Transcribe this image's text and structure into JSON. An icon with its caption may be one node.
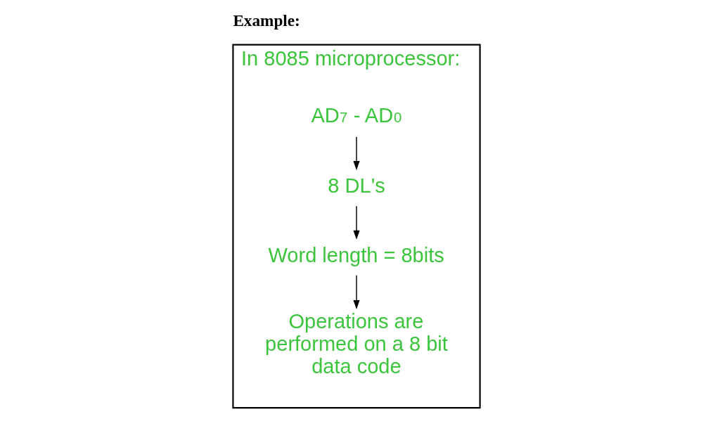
{
  "diagram": {
    "title": "Example:",
    "nodes": [
      {
        "text": [
          "In 8085 microprocessor:"
        ]
      },
      {
        "text": [
          "AD$_{7}$ - AD$_{0}$"
        ],
        "in": 0
      },
      {
        "text": [
          "8 DL's"
        ],
        "in": 0
      },
      {
        "text": [
          "Word length = 8bits"
        ],
        "in": 0
      },
      {
        "text": [
          "Operations are performed on a 8 bit data code"
        ],
        "in": 0
      }
    ],
    "edges": [
      {
        "from": 1,
        "to": 2,
        "arrow": "to"
      },
      {
        "from": 2,
        "to": 3,
        "arrow": "to"
      },
      {
        "from": 3,
        "to": 4,
        "arrow": "to"
      }
    ]
  }
}
